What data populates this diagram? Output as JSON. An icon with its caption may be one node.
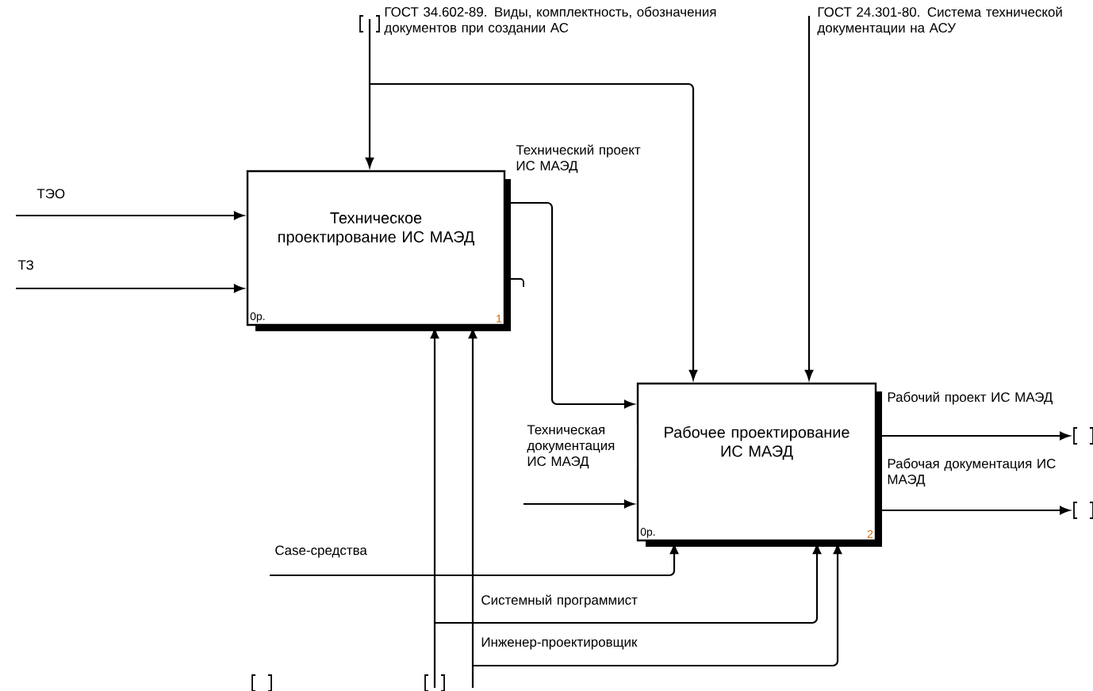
{
  "diagram": {
    "nodes": [
      {
        "text": [
          "Техническое проектирование ИС МАЭД",
          "0р.",
          "1"
        ]
      },
      {
        "text": [
          "Рабочее проектирование ИС МАЭД",
          "0р.",
          "2"
        ]
      }
    ],
    "edges": [
      {
        "from": null,
        "to": 0,
        "arrow": "to",
        "label": "ТЭО"
      },
      {
        "from": null,
        "to": 0,
        "arrow": "to",
        "label": "ТЗ"
      },
      {
        "from": null,
        "to": 0,
        "arrow": "to",
        "label": "ГОСТ 34.602-89. Виды, комплектность, обозначения документов при создании АС"
      },
      {
        "from": null,
        "to": 1,
        "arrow": "to"
      },
      {
        "from": null,
        "to": 1,
        "arrow": "to",
        "label": "ГОСТ 24.301-80. Система технической документации на АСУ"
      },
      {
        "from": 0,
        "to": 1,
        "arrow": "to",
        "label": "Технический проект ИС МАЭД"
      },
      {
        "from": null,
        "to": 1,
        "arrow": "to",
        "label": "Техническая документация ИС МАЭД"
      },
      {
        "from": 1,
        "to": null,
        "arrow": "to",
        "label": "Рабочий проект ИС МАЭД"
      },
      {
        "from": 1,
        "to": null,
        "arrow": "to",
        "label": "Рабочая документация ИС МАЭД"
      },
      {
        "from": null,
        "to": 1,
        "arrow": "to",
        "label": "Case-средства"
      },
      {
        "from": null,
        "to": 0,
        "arrow": "to"
      },
      {
        "from": null,
        "to": 1,
        "arrow": "to",
        "label": "Системный программист"
      },
      {
        "from": null,
        "to": 0,
        "arrow": "to"
      },
      {
        "from": null,
        "to": 1,
        "arrow": "to",
        "label": "Инженер-проектировщик"
      }
    ]
  }
}
